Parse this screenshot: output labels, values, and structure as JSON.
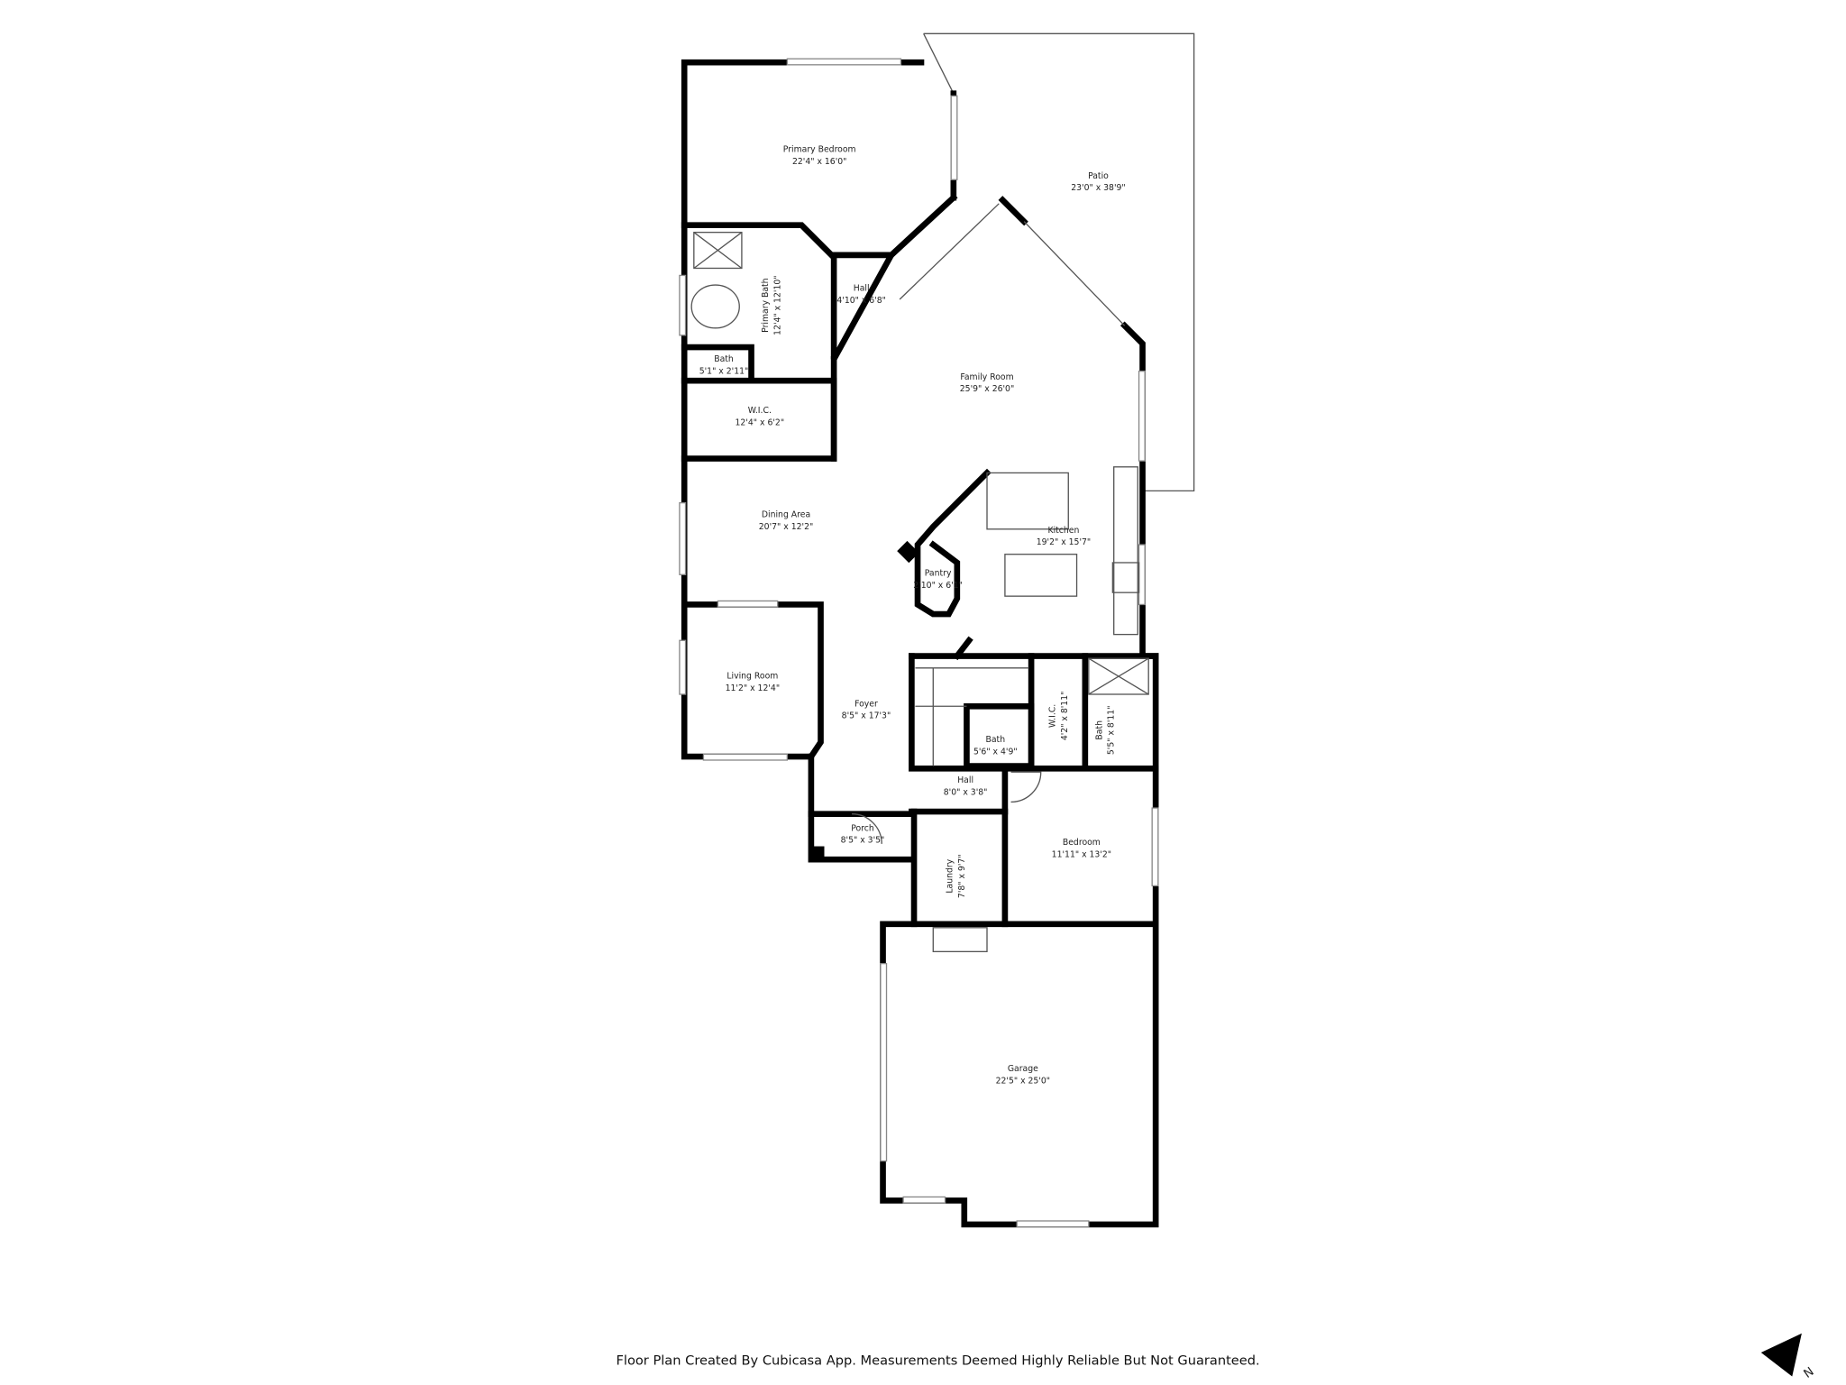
{
  "rooms": [
    {
      "name": "Primary Bedroom",
      "dims": "22'4\" x 16'0\""
    },
    {
      "name": "Patio",
      "dims": "23'0\" x 38'9\""
    },
    {
      "name": "Primary Bath",
      "dims": "12'4\" x 12'10\""
    },
    {
      "name": "Hall",
      "dims": "4'10\" x 6'8\""
    },
    {
      "name": "Bath",
      "dims": "5'1\" x 2'11\""
    },
    {
      "name": "Family Room",
      "dims": "25'9\" x 26'0\""
    },
    {
      "name": "W.I.C.",
      "dims": "12'4\" x 6'2\""
    },
    {
      "name": "Dining Area",
      "dims": "20'7\" x 12'2\""
    },
    {
      "name": "Kitchen",
      "dims": "19'2\" x 15'7\""
    },
    {
      "name": "Pantry",
      "dims": "2'10\" x 6'1\""
    },
    {
      "name": "Living Room",
      "dims": "11'2\" x 12'4\""
    },
    {
      "name": "Foyer",
      "dims": "8'5\" x 17'3\""
    },
    {
      "name": "W.I.C.",
      "dims": "4'2\" x 8'11\""
    },
    {
      "name": "Bath",
      "dims": "5'5\" x 8'11\""
    },
    {
      "name": "Bath",
      "dims": "5'6\" x 4'9\""
    },
    {
      "name": "Hall",
      "dims": "8'0\" x 3'8\""
    },
    {
      "name": "Porch",
      "dims": "8'5\" x 3'5\""
    },
    {
      "name": "Laundry",
      "dims": "7'8\" x 9'7\""
    },
    {
      "name": "Bedroom",
      "dims": "11'11\" x 13'2\""
    },
    {
      "name": "Garage",
      "dims": "22'5\" x 25'0\""
    }
  ],
  "footer": "Floor Plan Created By Cubicasa App. Measurements Deemed Highly Reliable But Not Guaranteed.",
  "compass": {
    "label": "N",
    "icon": "north-arrow-icon"
  }
}
